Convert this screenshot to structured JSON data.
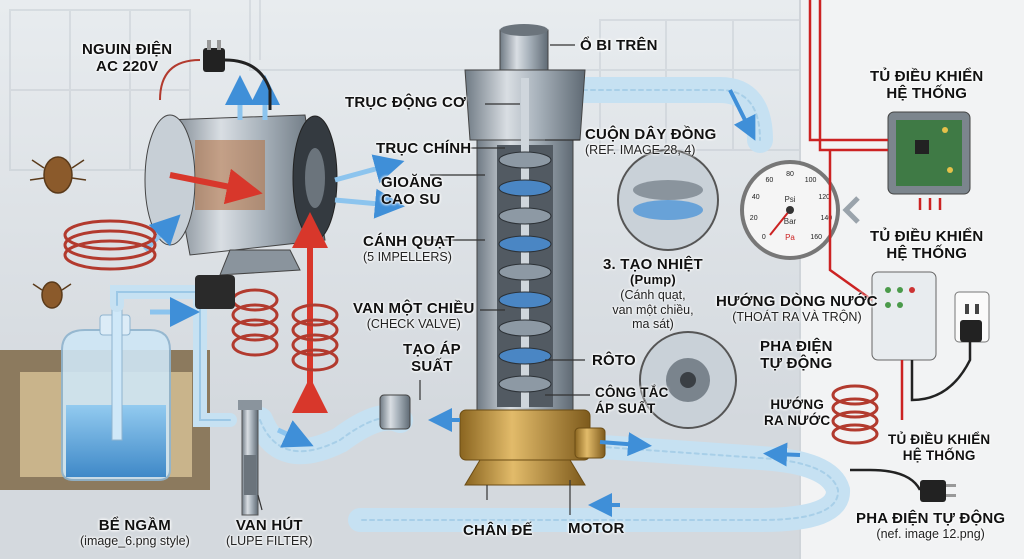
{
  "colors": {
    "wall": "#eef0f2",
    "floor": "#d9dde1",
    "steel": "#9aa6b0",
    "brass": "#c79a45",
    "hose": "#b9dcf0",
    "flow_arrow": "#3f8fd8",
    "heat_arrow": "#d8372b",
    "copper_coil": "#b23a2e",
    "water": "#5aa7e0"
  },
  "labels": {
    "power_source": {
      "line1": "NGUIN ĐIỆN",
      "line2": "AC 220V"
    },
    "top_bearing": "Ổ BI TRÊN",
    "motor_shaft": "TRỤC ĐỘNG CƠ",
    "main_shaft": "TRỤC CHÍNH",
    "rubber_gasket": {
      "line1": "GIOĂNG",
      "line2": "CAO SU"
    },
    "impellers": {
      "title": "CÁNH QUẠT",
      "sub": "(5 IMPELLERS)"
    },
    "check_valve": {
      "title": "VAN MỘT CHIỀU",
      "sub": "(CHECK VALVE)"
    },
    "pressure_create": {
      "line1": "TẠO ÁP",
      "line2": "SUẤT"
    },
    "copper_coil": {
      "title": "CUỘN DÂY ĐỒNG",
      "sub": "(REF. IMAGE 28, 4)"
    },
    "heat_gen": {
      "title": "3. TẠO NHIỆT",
      "bold": "(Pump)",
      "sub1": "(Cánh quạt,",
      "sub2": "van một chiều,",
      "sub3": "ma sát)"
    },
    "rotor": "RÔTO",
    "pressure_switch": {
      "line1": "CÔNG TẮC",
      "line2": "ÁP SUẤT"
    },
    "control_cabinet_1": {
      "line1": "TỦ ĐIỀU KHIỂN",
      "line2": "HỆ THỐNG"
    },
    "control_cabinet_2": {
      "line1": "TỦ ĐIỀU KHIỂN",
      "line2": "HỆ THỐNG"
    },
    "flow_direction": {
      "title": "HƯỚNG DÒNG NƯỚC",
      "sub": "(THOÁT RA VÀ TRỘN)"
    },
    "auto_phase": {
      "line1": "PHA ĐIỆN",
      "line2": "TỰ ĐỘNG"
    },
    "water_out": {
      "line1": "HƯỚNG",
      "line2": "RA NƯỚC"
    },
    "control_cabinet_3": {
      "line1": "TỦ ĐIỀU KHIỂN",
      "line2": "HỆ THỐNG"
    },
    "auto_phase_bottom": {
      "title": "PHA ĐIỆN TỰ ĐỘNG",
      "sub": "(nef. image 12.png)"
    },
    "tank": {
      "title": "BỂ NGẦM",
      "sub": "(image_6.png style)"
    },
    "suction_valve": {
      "title": "VAN HÚT",
      "sub": "(LUPE FILTER)"
    },
    "base": "CHÂN ĐẾ",
    "motor": "MOTOR"
  },
  "gauge": {
    "ticks": [
      "0",
      "20",
      "40",
      "60",
      "80",
      "100",
      "120",
      "140",
      "160"
    ],
    "unit_top": "Psi",
    "unit_mid": "Bar",
    "unit_bot": "Pa"
  },
  "icons": [
    "power-plug-icon",
    "bug-icon",
    "pressure-gauge-icon",
    "wall-outlet-icon",
    "circuit-board-icon",
    "electric-motor-icon",
    "flow-arrow-icon",
    "heat-arrow-icon",
    "coil-icon"
  ]
}
